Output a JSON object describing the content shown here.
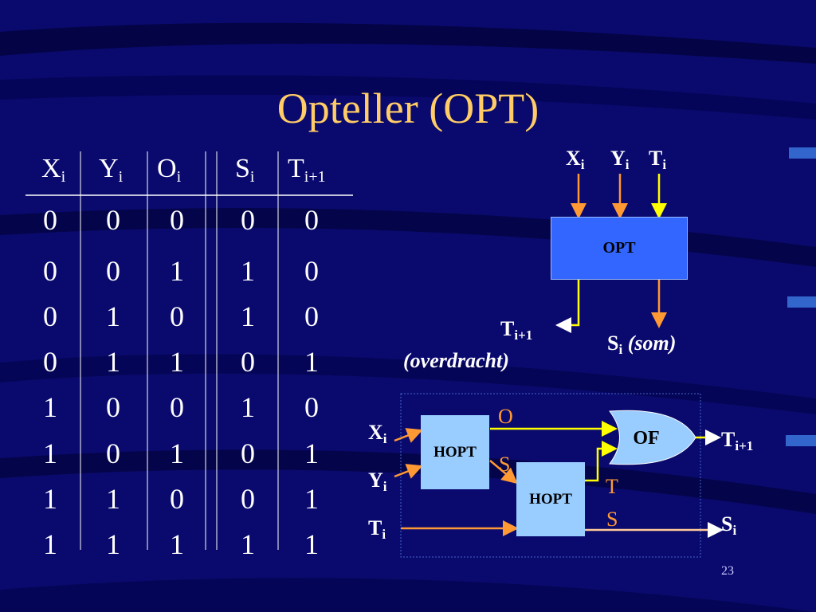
{
  "slide": {
    "title": "Opteller (OPT)",
    "page_number": "23"
  },
  "truth_table": {
    "headers": [
      {
        "base": "X",
        "sub": "i"
      },
      {
        "base": "Y",
        "sub": "i"
      },
      {
        "base": "O",
        "sub": "i"
      },
      {
        "base": "S",
        "sub": "i"
      },
      {
        "base": "T",
        "sub": "i+1"
      }
    ],
    "rows": [
      [
        "0",
        "0",
        "0",
        "0",
        "0"
      ],
      [
        "0",
        "0",
        "1",
        "1",
        "0"
      ],
      [
        "0",
        "1",
        "0",
        "1",
        "0"
      ],
      [
        "0",
        "1",
        "1",
        "0",
        "1"
      ],
      [
        "1",
        "0",
        "0",
        "1",
        "0"
      ],
      [
        "1",
        "0",
        "1",
        "0",
        "1"
      ],
      [
        "1",
        "1",
        "0",
        "0",
        "1"
      ],
      [
        "1",
        "1",
        "1",
        "1",
        "1"
      ]
    ]
  },
  "opt_block": {
    "box_label": "OPT",
    "inputs": [
      {
        "base": "X",
        "sub": "i"
      },
      {
        "base": "Y",
        "sub": "i"
      },
      {
        "base": "T",
        "sub": "i"
      }
    ],
    "carry_out": {
      "base": "T",
      "sub": "i+1",
      "note": "(overdracht)"
    },
    "sum_out": {
      "base": "S",
      "sub": "i",
      "note": "(som)"
    }
  },
  "circuit": {
    "hopt1_label": "HOPT",
    "hopt2_label": "HOPT",
    "of_label": "OF",
    "in_x": {
      "base": "X",
      "sub": "i"
    },
    "in_y": {
      "base": "Y",
      "sub": "i"
    },
    "in_t": {
      "base": "T",
      "sub": "i"
    },
    "out_t": {
      "base": "T",
      "sub": "i+1"
    },
    "out_s": {
      "base": "S",
      "sub": "i"
    },
    "wire_o1": "O",
    "wire_s1": "S",
    "wire_t2": "T",
    "wire_s2": "S"
  },
  "colors": {
    "background": "#0a0a6e",
    "title": "#ffcc66",
    "opt_box": "#3366ff",
    "hopt_box": "#99ccff",
    "wire_yellow": "#ffff00",
    "wire_orange": "#ff9933"
  }
}
